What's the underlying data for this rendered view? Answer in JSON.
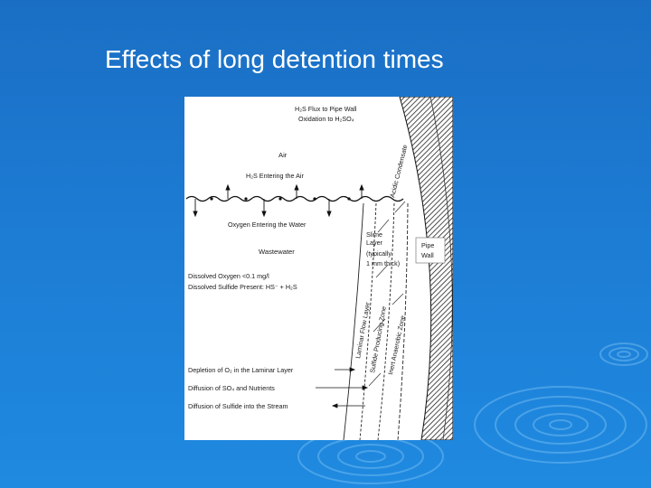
{
  "slide": {
    "title": "Effects of long detention times"
  },
  "diagram": {
    "labels": {
      "h2s_flux": "H₂S Flux to Pipe Wall",
      "oxidation": "Oxidation to H₂SO₄",
      "acidic_condensate": "Acidic Condensate",
      "air": "Air",
      "h2s_entering_air": "H₂S Entering the Air",
      "oxygen_entering_water": "Oxygen Entering the Water",
      "wastewater": "Wastewater",
      "slime_layer_1": "Slime",
      "slime_layer_2": "Layer",
      "slime_layer_3": "(typically",
      "slime_layer_4": "1 mm thick)",
      "pipe_wall_1": "Pipe",
      "pipe_wall_2": "Wall",
      "dissolved_oxygen": "Dissolved Oxygen <0.1 mg/l",
      "dissolved_sulfide": "Dissolved Sulfide Present: HS⁻ + H₂S",
      "laminar_flow_layer": "Laminar Flow Layer",
      "sulfide_producing_zone": "Sulfide Producing Zone",
      "inert_anaerobic_zone": "Inert Anaerobic Zone",
      "depletion_o2": "Depletion of O₂ in the Laminar Layer",
      "diffusion_so4": "Diffusion of SO₄ and Nutrients",
      "diffusion_sulfide": "Diffusion of Sulfide into the Stream"
    }
  }
}
